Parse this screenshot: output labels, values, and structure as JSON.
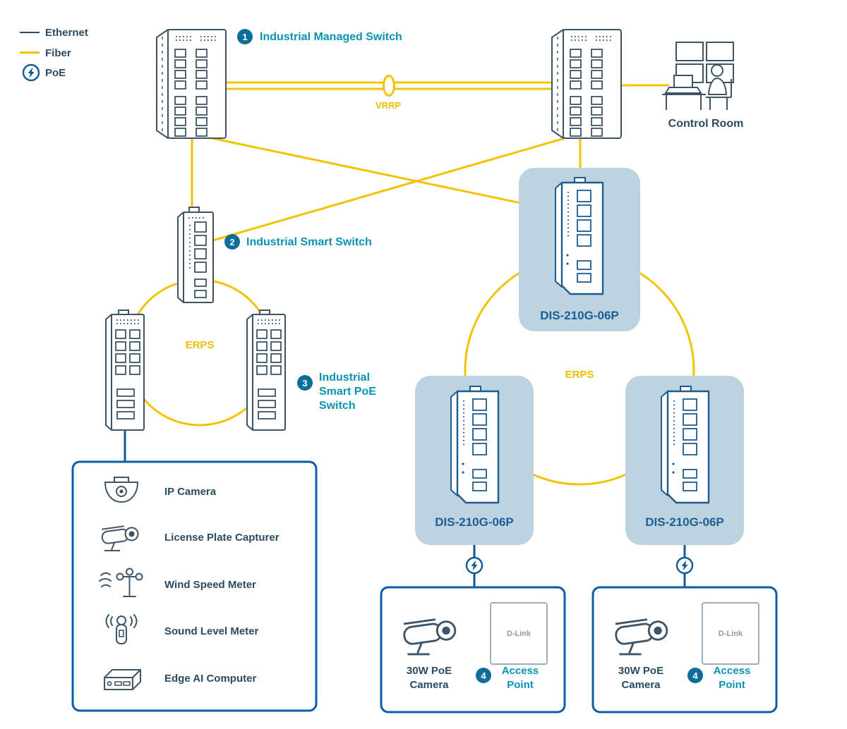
{
  "colors": {
    "fiber_yellow": "#F2C300",
    "ethernet_blue": "#125A96",
    "label_teal": "#0A93B2",
    "model_blue": "#1B5F97",
    "text_navy": "#2B4A63",
    "card_blue": "#BDD3DF",
    "box_border_blue": "#0B5CA8",
    "badge_blue": "#0D6F99"
  },
  "legend": {
    "ethernet": "Ethernet",
    "fiber": "Fiber",
    "poe": "PoE"
  },
  "links": {
    "vrrp": "VRRP",
    "erps_left": "ERPS",
    "erps_right": "ERPS"
  },
  "nodes": {
    "managed_switch": {
      "badge": "1",
      "label": "Industrial Managed Switch"
    },
    "smart_switch": {
      "badge": "2",
      "label": "Industrial Smart Switch"
    },
    "smart_poe_switch": {
      "badge": "3",
      "label_line1": "Industrial",
      "label_line2": "Smart PoE",
      "label_line3": "Switch"
    },
    "control_room": {
      "label": "Control Room"
    },
    "dis_top": {
      "model": "DIS-210G-06P"
    },
    "dis_bottom_left": {
      "model": "DIS-210G-06P"
    },
    "dis_bottom_right": {
      "model": "DIS-210G-06P"
    }
  },
  "devices_box": {
    "items": [
      "IP Camera",
      "License Plate Capturer",
      "Wind Speed Meter",
      "Sound Level Meter",
      "Edge AI Computer"
    ]
  },
  "camera_group_left": {
    "camera_line1": "30W PoE",
    "camera_line2": "Camera",
    "ap_brand": "D-Link",
    "badge": "4",
    "ap_line1": "Access",
    "ap_line2": "Point"
  },
  "camera_group_right": {
    "camera_line1": "30W PoE",
    "camera_line2": "Camera",
    "ap_brand": "D-Link",
    "badge": "4",
    "ap_line1": "Access",
    "ap_line2": "Point"
  }
}
